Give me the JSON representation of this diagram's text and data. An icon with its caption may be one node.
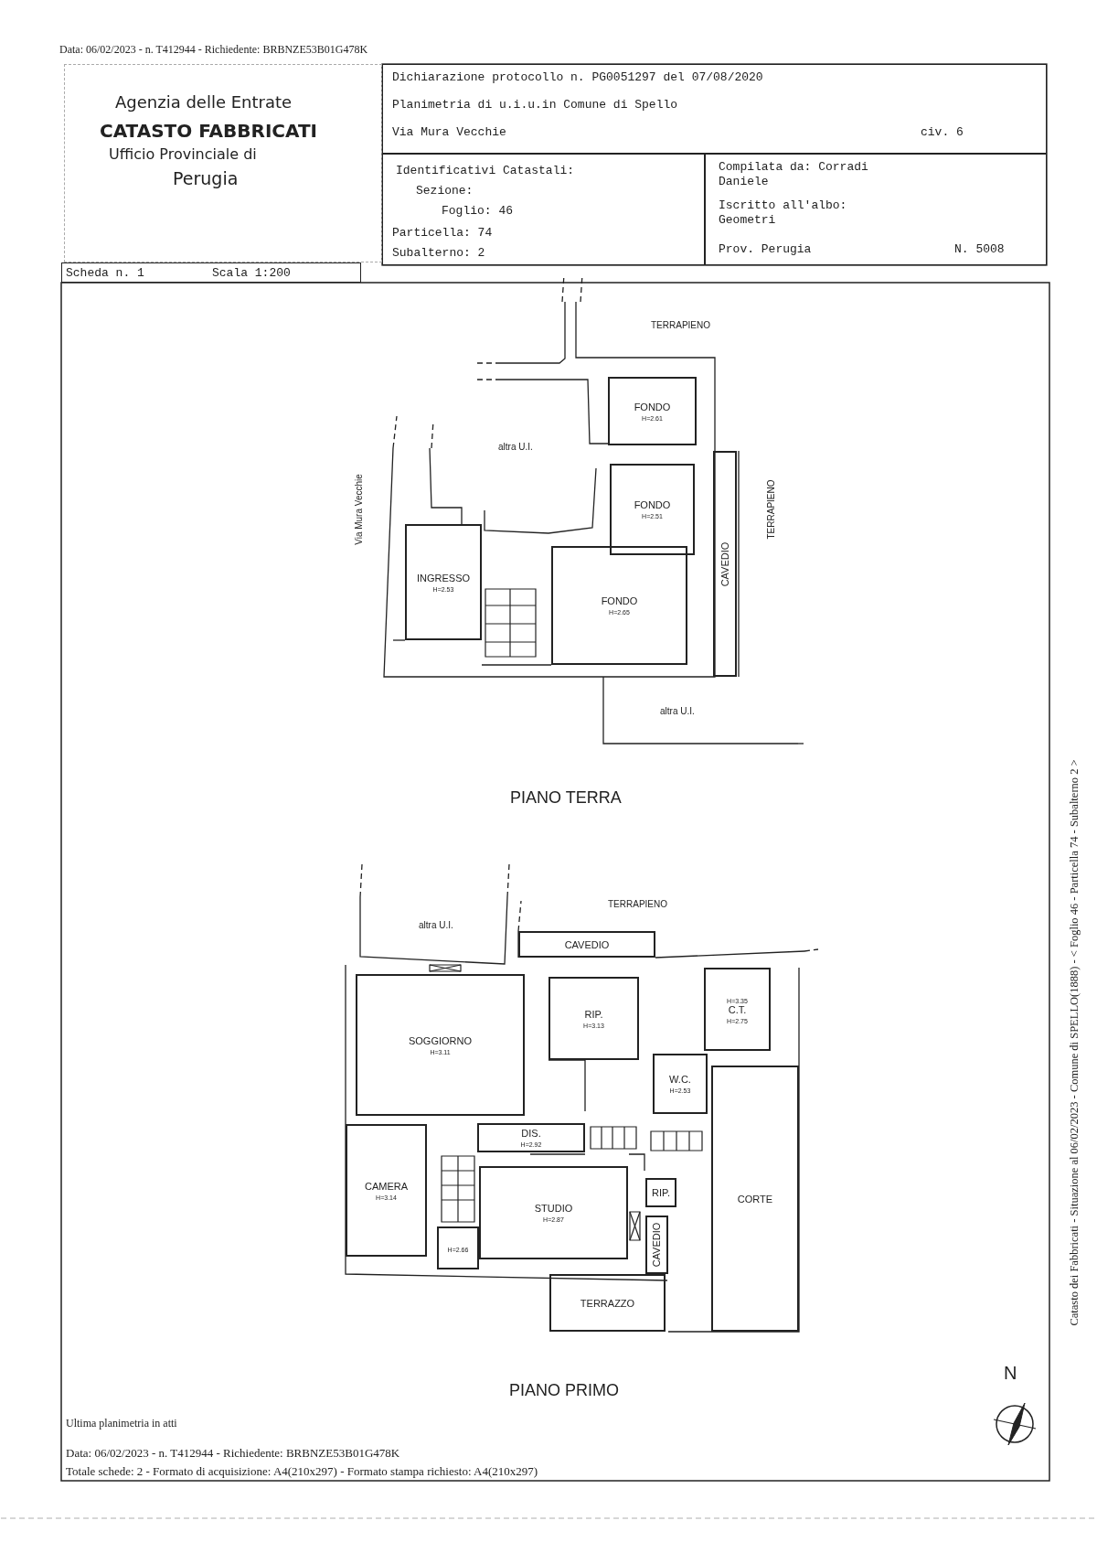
{
  "diagram": {
    "nodes": [
      {
        "text": [
          "Agenzia delle Entrate",
          "CATASTO FABBRICATI",
          "Ufficio Provinciale di",
          "Perugia"
        ]
      },
      {
        "text": [
          "Dichiarazione protocollo n. PG0051297 del 07/08/2020",
          "Planimetria di u.i.u.in Comune di Spello",
          "Via Mura Vecchie",
          "civ. 6"
        ]
      },
      {
        "text": [
          "Identificativi Catastali:",
          "Sezione:",
          "Foglio: 46",
          "Particella: 74",
          "Subalterno: 2"
        ]
      },
      {
        "text": [
          "Compilata da: Corradi Daniele",
          "Iscritto all'albo: Geometri",
          "Prov. Perugia",
          "N. 5008"
        ]
      },
      {
        "text": [
          "Scheda n. 1",
          "Scala 1:200"
        ]
      },
      {
        "text": [
          "FONDO",
          "H=2.61"
        ]
      },
      {
        "text": [
          "FONDO",
          "H=2.51"
        ]
      },
      {
        "text": [
          "INGRESSO",
          "H=2.53"
        ]
      },
      {
        "text": [
          "FONDO",
          "H=2.65"
        ]
      },
      {
        "text": [
          "CAVEDIO"
        ]
      },
      {
        "text": [
          "CAVEDIO"
        ]
      },
      {
        "text": [
          "H=3.35",
          "C.T.",
          "H=2.75"
        ]
      },
      {
        "text": [
          "SOGGIORNO",
          "H=3.11"
        ]
      },
      {
        "text": [
          "RIP.",
          "H=3.13"
        ]
      },
      {
        "text": [
          "W.C.",
          "H=2.53"
        ]
      },
      {
        "text": [
          "DIS.",
          "H=2.92"
        ]
      },
      {
        "text": [
          "CAMERA",
          "H=3.14"
        ]
      },
      {
        "text": [
          "STUDIO",
          "H=2.87"
        ]
      },
      {
        "text": [
          "RIP."
        ]
      },
      {
        "text": [
          "CORTE"
        ]
      },
      {
        "text": [
          "H=2.66"
        ]
      },
      {
        "text": [
          "CAVEDIO"
        ]
      },
      {
        "text": [
          "TERRAZZO"
        ]
      }
    ],
    "labels": [
      "Data: 06/02/2023 - n. T412944 - Richiedente: BRBNZE53B01G478K",
      "TERRAPIENO",
      "altra U.I.",
      "Via Mura Vecchie",
      "TERRAPIENO",
      "altra U.I.",
      "PIANO TERRA",
      "altra U.I.",
      "TERRAPIENO",
      "PIANO PRIMO",
      "N",
      "Ultima planimetria in atti",
      "Data: 06/02/2023 - n. T412944 - Richiedente: BRBNZE53B01G478K",
      "Totale schede: 2 - Formato di acquisizione: A4(210x297) - Formato stampa richiesto: A4(210x297)",
      "Catasto dei Fabbricati - Situazione al 06/02/2023 - Comune di SPELLO(1888) - < Foglio 46 - Particella 74 - Subalterno 2 >"
    ]
  }
}
